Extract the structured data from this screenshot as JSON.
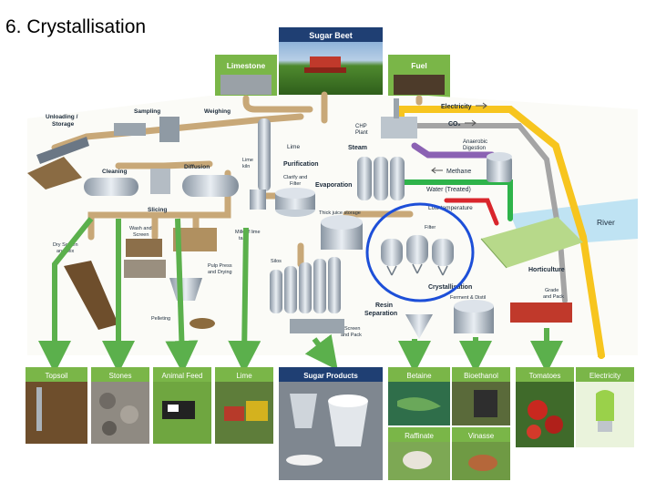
{
  "slide_title": "6. Crystallisation",
  "header": {
    "sugar_beet": "Sugar Beet",
    "limestone": "Limestone",
    "fuel": "Fuel"
  },
  "process_labels": {
    "unloading": "Unloading /",
    "storage": "Storage",
    "sampling": "Sampling",
    "weighing": "Weighing",
    "cleaning": "Cleaning",
    "diffusion": "Diffusion",
    "slicing": "Slicing",
    "lime_kiln_1": "Lime",
    "lime_kiln_2": "kiln",
    "lime": "Lime",
    "purification": "Purification",
    "steam": "Steam",
    "chp_1": "CHP",
    "chp_2": "Plant",
    "clarify_1": "Clarify and",
    "clarify_2": "Filter",
    "evaporation": "Evaporation",
    "thick_juice": "Thick juice storage",
    "filter": "Filter",
    "milk_1": "Milk of lime",
    "milk_2": "tank",
    "wash_1": "Wash and",
    "wash_2": "Screen",
    "dry_1": "Dry Screen",
    "dry_2": "and Mix",
    "pulp_1": "Pulp Press",
    "pulp_2": "and Drying",
    "silos": "Silos",
    "pelleting": "Pelleting",
    "crystallisation": "Crystallisation",
    "ferment": "Ferment & Distil",
    "resin_1": "Resin",
    "resin_2": "Separation",
    "screen_1": "Screen",
    "screen_2": "and Pack",
    "electricity": "Electricity",
    "co2": "CO₂",
    "anaerobic_1": "Anaerobic",
    "anaerobic_2": "Digestion",
    "methane": "Methane",
    "water_treated": "Water (Treated)",
    "low_temp": "Low temperature",
    "river": "River",
    "horticulture": "Horticulture",
    "grade_1": "Grade",
    "grade_2": "and Pack"
  },
  "products": {
    "topsoil": "Topsoil",
    "stones": "Stones",
    "animal_feed": "Animal Feed",
    "lime": "Lime",
    "sugar_products": "Sugar Products",
    "betaine": "Betaine",
    "bioethanol": "Bioethanol",
    "tomatoes": "Tomatoes",
    "electricity": "Electricity",
    "raffinate": "Raffinate",
    "vinasse": "Vinasse"
  },
  "colors": {
    "green_header": "#7ab648",
    "navy_header": "#1f3f73",
    "pipe_tan": "#c8a878",
    "electricity_yellow": "#f7c51e",
    "co2_grey": "#a4a4a4",
    "methane_purple": "#8b62b3",
    "water_green": "#2eb34a",
    "low_temp_red": "#d9262c",
    "river_blue": "#bfe3f3",
    "arrow_green": "#5bb04c",
    "highlight_circle": "#1d4fd8"
  },
  "icons": [
    "arrow-right-icon",
    "arrow-left-icon",
    "arrow-down-icon",
    "highlight-circle-icon"
  ]
}
